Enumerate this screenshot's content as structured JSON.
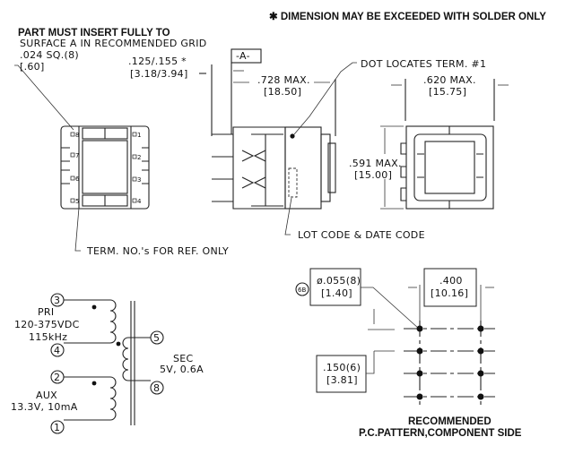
{
  "notes": {
    "solder_note": "✱ DIMENSION MAY BE EXCEEDED WITH SOLDER ONLY",
    "insert_line1": "PART MUST INSERT FULLY TO",
    "insert_line2": "SURFACE A IN RECOMMENDED GRID",
    "pin_size_in": ".024 SQ.(8)",
    "pin_size_mm": "[.60]",
    "term_ref": "TERM. NO.'s FOR REF. ONLY",
    "lot_code": "LOT CODE & DATE CODE",
    "dot_locates": "DOT LOCATES TERM. #1"
  },
  "dimensions": {
    "standoff_in": ".125/.155 *",
    "standoff_mm": "[3.18/3.94]",
    "datum": "-A-",
    "length_in": ".728 MAX.",
    "length_mm": "[18.50]",
    "width_in": ".620 MAX.",
    "width_mm": "[15.75]",
    "height_in": ".591 MAX.",
    "height_mm": "[15.00]"
  },
  "top_view": {
    "terminals_left": [
      "8",
      "7",
      "6",
      "5"
    ],
    "terminals_right": [
      "1",
      "2",
      "3",
      "4"
    ]
  },
  "schematic": {
    "pri": {
      "label": "PRI",
      "voltage": "120-375VDC",
      "freq": "115kHz",
      "pin_top": "3",
      "pin_bottom": "4"
    },
    "aux": {
      "label": "AUX",
      "rating": "13.3V, 10mA",
      "pin_top": "2",
      "pin_bottom": "1"
    },
    "sec": {
      "label": "SEC",
      "rating": "5V, 0.6A",
      "pin_top": "5",
      "pin_bottom": "8"
    }
  },
  "pcb_pattern": {
    "callout": "6B",
    "hole_dia_in": "ø.055(8)",
    "hole_dia_mm": "[1.40]",
    "row_spacing_in": ".400",
    "row_spacing_mm": "[10.16]",
    "pitch_in": ".150(6)",
    "pitch_mm": "[3.81]",
    "title_line1": "RECOMMENDED",
    "title_line2": "P.C.PATTERN,COMPONENT SIDE"
  }
}
